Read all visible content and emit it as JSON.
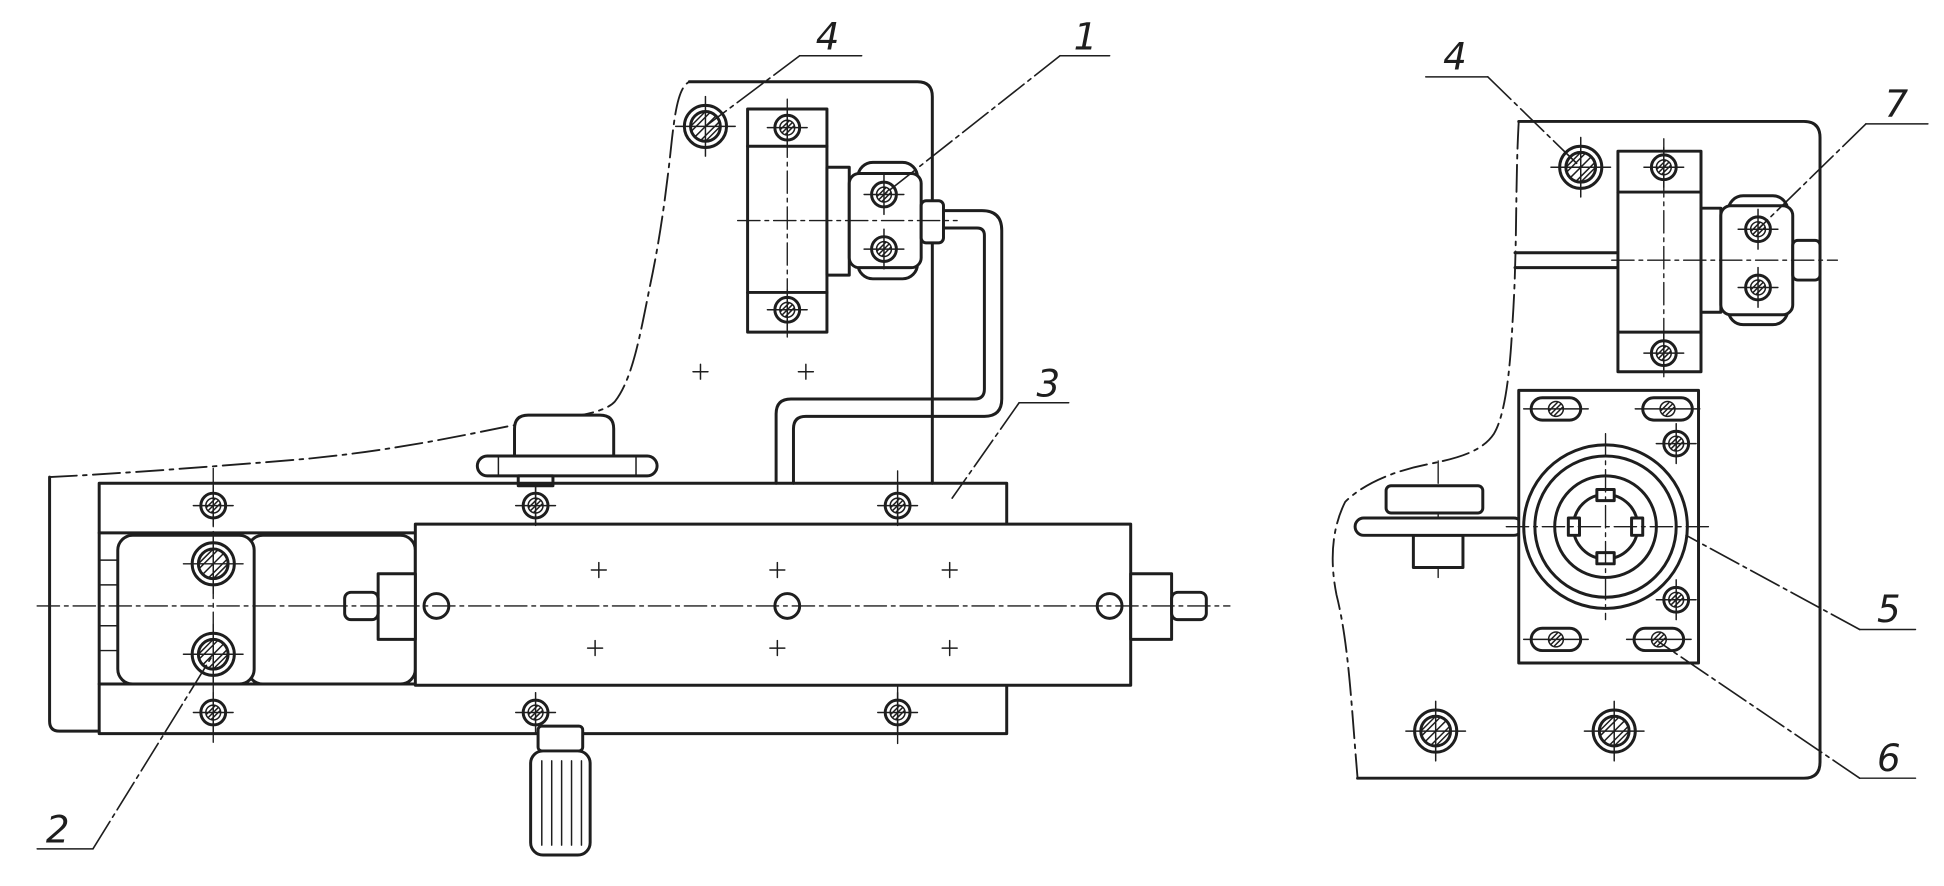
{
  "colors": {
    "ink": "#1e1e1e",
    "paper": "#ffffff"
  },
  "left_view": {
    "callouts": {
      "part_4": "4",
      "part_1": "1",
      "part_3": "3",
      "part_2": "2"
    }
  },
  "right_view": {
    "callouts": {
      "part_4": "4",
      "part_7": "7",
      "part_5": "5",
      "part_6": "6"
    }
  }
}
